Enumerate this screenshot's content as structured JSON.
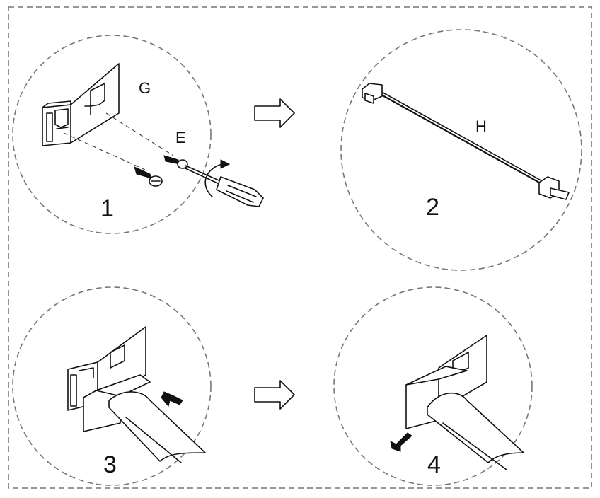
{
  "steps": [
    {
      "number": "1",
      "labels": {
        "bracket": "G",
        "screw": "E"
      }
    },
    {
      "number": "2",
      "labels": {
        "rod": "H"
      }
    },
    {
      "number": "3"
    },
    {
      "number": "4"
    }
  ],
  "icons": {
    "step_arrow": "hollow-right-arrow",
    "push_arrow": "solid-arrow",
    "rotate": "curved-rotation-arrow"
  }
}
